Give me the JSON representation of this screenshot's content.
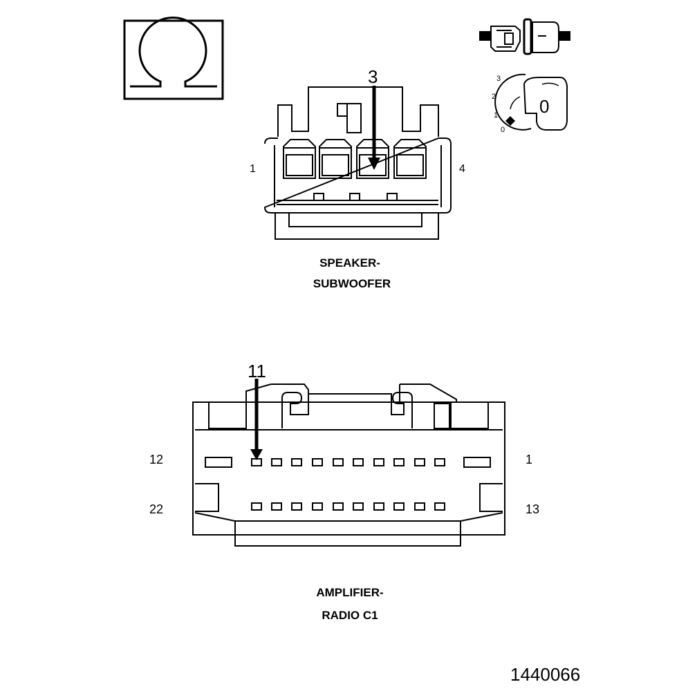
{
  "ohm_symbol": "Ω",
  "ignition": {
    "positions": [
      "3",
      "2",
      "1",
      "0"
    ],
    "key_position": "0"
  },
  "speaker_connector": {
    "pin_callout": "3",
    "left_pin_label": "1",
    "right_pin_label": "4",
    "title_line1": "SPEAKER-",
    "title_line2": "SUBWOOFER"
  },
  "amplifier_connector": {
    "pin_callout": "11",
    "top_left_label": "12",
    "top_right_label": "1",
    "bottom_left_label": "22",
    "bottom_right_label": "13",
    "title_line1": "AMPLIFIER-",
    "title_line2": "RADIO C1"
  },
  "figure_number": "1440066"
}
